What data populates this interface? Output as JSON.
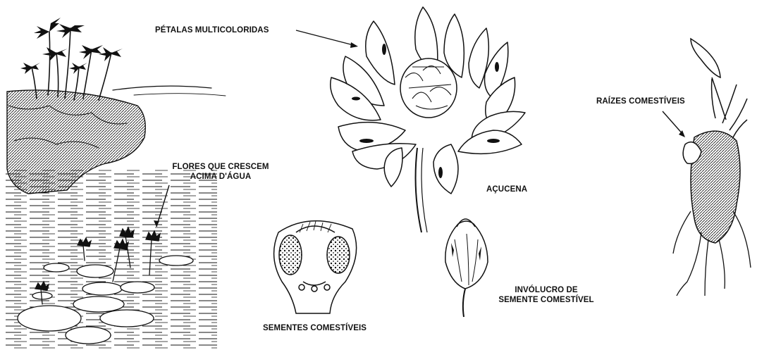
{
  "labels": {
    "petals": "PÉTALAS MULTICOLORIDAS",
    "flowers_line1": "FLORES QUE CRESCEM",
    "flowers_line2": "ACIMA D'ÁGUA",
    "plant_name": "AÇUCENA",
    "seeds": "SEMENTES COMESTÍVEIS",
    "envelope_line1": "INVÓLUCRO DE",
    "envelope_line2": "SEMENTE COMESTÍVEL",
    "roots": "RAÍZES COMESTÍVEIS"
  },
  "colors": {
    "ink": "#111111",
    "paper": "#ffffff"
  },
  "icons": {
    "pond_scene": "pond-with-palms-illustration",
    "flower": "water-lily-flower-illustration",
    "seed_pod": "seed-pod-cross-section-illustration",
    "bud": "flower-bud-illustration",
    "rhizome": "rhizome-root-illustration"
  }
}
